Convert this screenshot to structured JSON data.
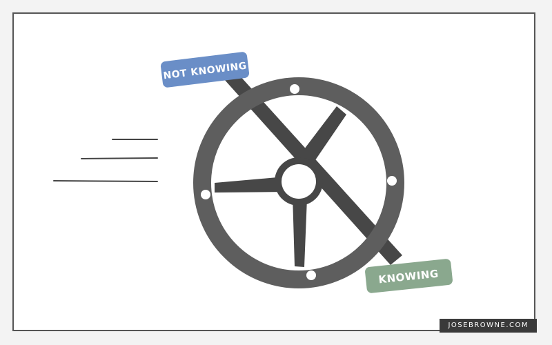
{
  "labels": {
    "not_knowing": "NOT KNOWING",
    "knowing": "KNOWING"
  },
  "credit": "JOSEBROWNE.COM",
  "colors": {
    "wheel": "#5e5e5e",
    "spoke": "#474747",
    "not_knowing_badge": "#6a8ec7",
    "knowing_badge": "#8aa88e",
    "credit_bg": "#3a3a3a"
  }
}
